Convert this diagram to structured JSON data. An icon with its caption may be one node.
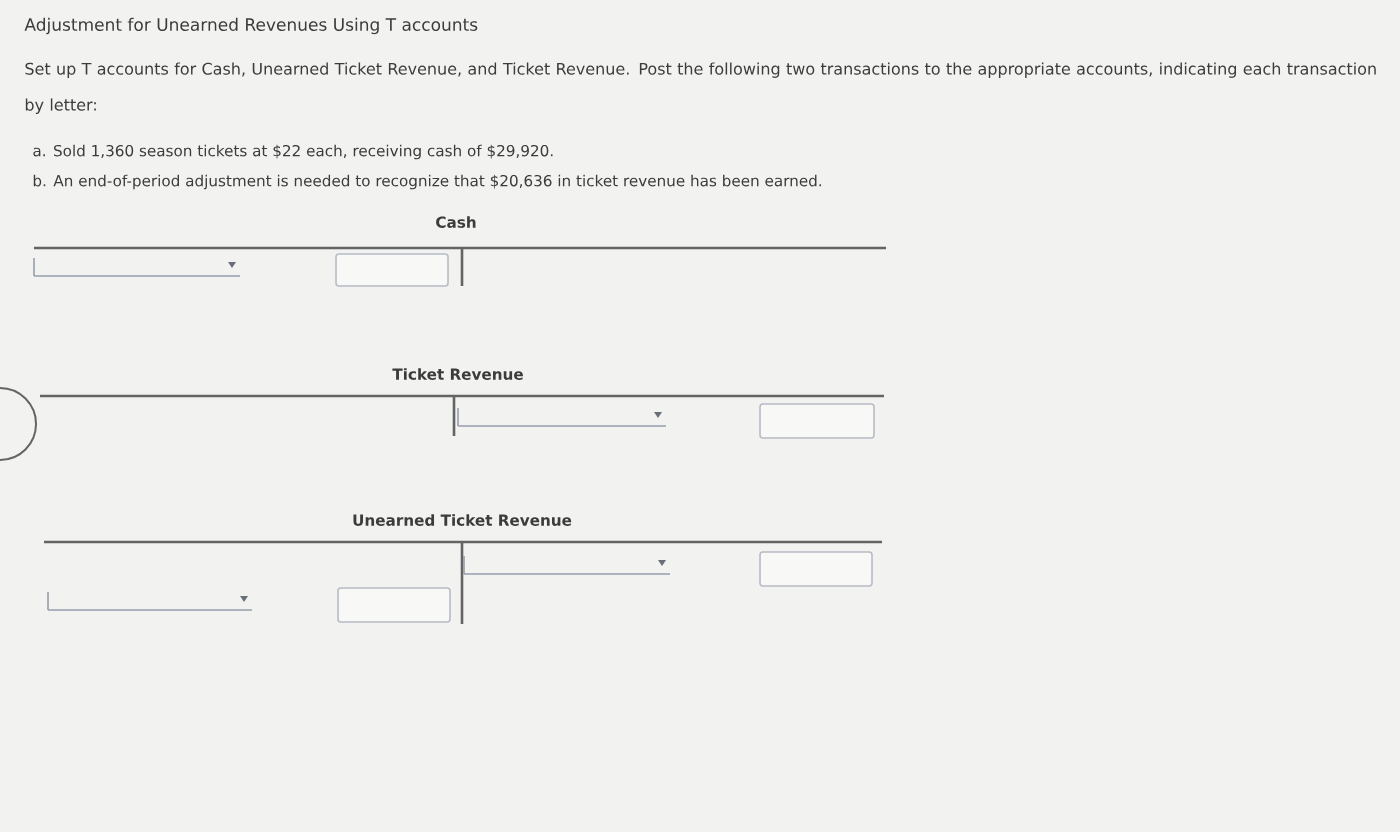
{
  "diagram": {
    "title": "Adjustment for Unearned Revenues Using T accounts",
    "labels": [
      "Set up T accounts for Cash, Unearned Ticket Revenue, and Ticket Revenue. Post the following two transactions to the appropriate accounts, indicating each transaction by letter:",
      "a. Sold 1,360 season tickets at $22 each, receiving cash of $29,920.",
      "b. An end-of-period adjustment is needed to recognize that $20,636 in ticket revenue has been earned.",
      "Cash",
      "Ticket Revenue",
      "Unearned Ticket Revenue"
    ]
  }
}
